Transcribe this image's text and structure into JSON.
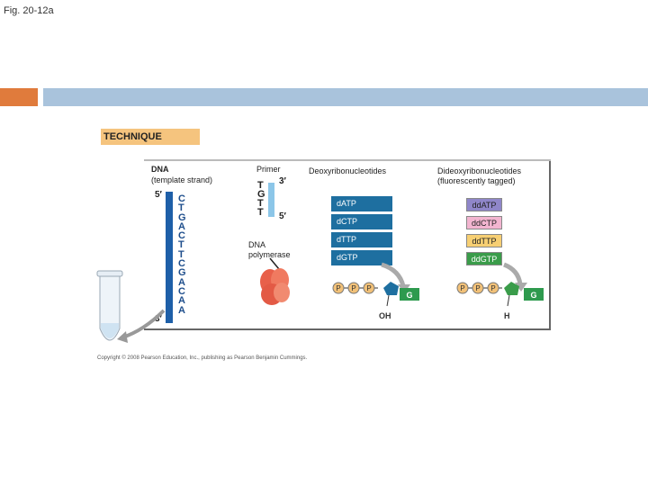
{
  "slide": {
    "figure_label": "Fig. 20-12a",
    "technique_label": "TECHNIQUE",
    "copyright": "Copyright © 2008 Pearson Education, Inc., publishing as Pearson Benjamin Cummings."
  },
  "template": {
    "label_line1": "DNA",
    "label_line2": "(template strand)",
    "end_top": "5′",
    "end_bottom": "3′",
    "sequence": [
      "C",
      "T",
      "G",
      "A",
      "C",
      "T",
      "T",
      "C",
      "G",
      "A",
      "C",
      "A",
      "A"
    ]
  },
  "primer": {
    "label": "Primer",
    "end_top": "3′",
    "end_bottom": "5′",
    "sequence": [
      "T",
      "G",
      "T",
      "T"
    ]
  },
  "polymerase": {
    "label_line1": "DNA",
    "label_line2": "polymerase"
  },
  "deoxy": {
    "header": "Deoxyribonucleotides",
    "items": [
      "dATP",
      "dCTP",
      "dTTP",
      "dGTP"
    ],
    "color": "#1e6fa0",
    "end_group": "OH",
    "base": "G",
    "phosphates": [
      "P",
      "P",
      "P"
    ]
  },
  "dideoxy": {
    "header_line1": "Dideoxyribonucleotides",
    "header_line2": "(fluorescently tagged)",
    "items": [
      {
        "label": "ddATP",
        "color": "#8f86c9"
      },
      {
        "label": "ddCTP",
        "color": "#f3b5d0"
      },
      {
        "label": "ddTTP",
        "color": "#f7cf73"
      },
      {
        "label": "ddGTP",
        "color": "#3a9c4a"
      }
    ],
    "end_group": "H",
    "base": "G",
    "phosphates": [
      "P",
      "P",
      "P"
    ]
  }
}
